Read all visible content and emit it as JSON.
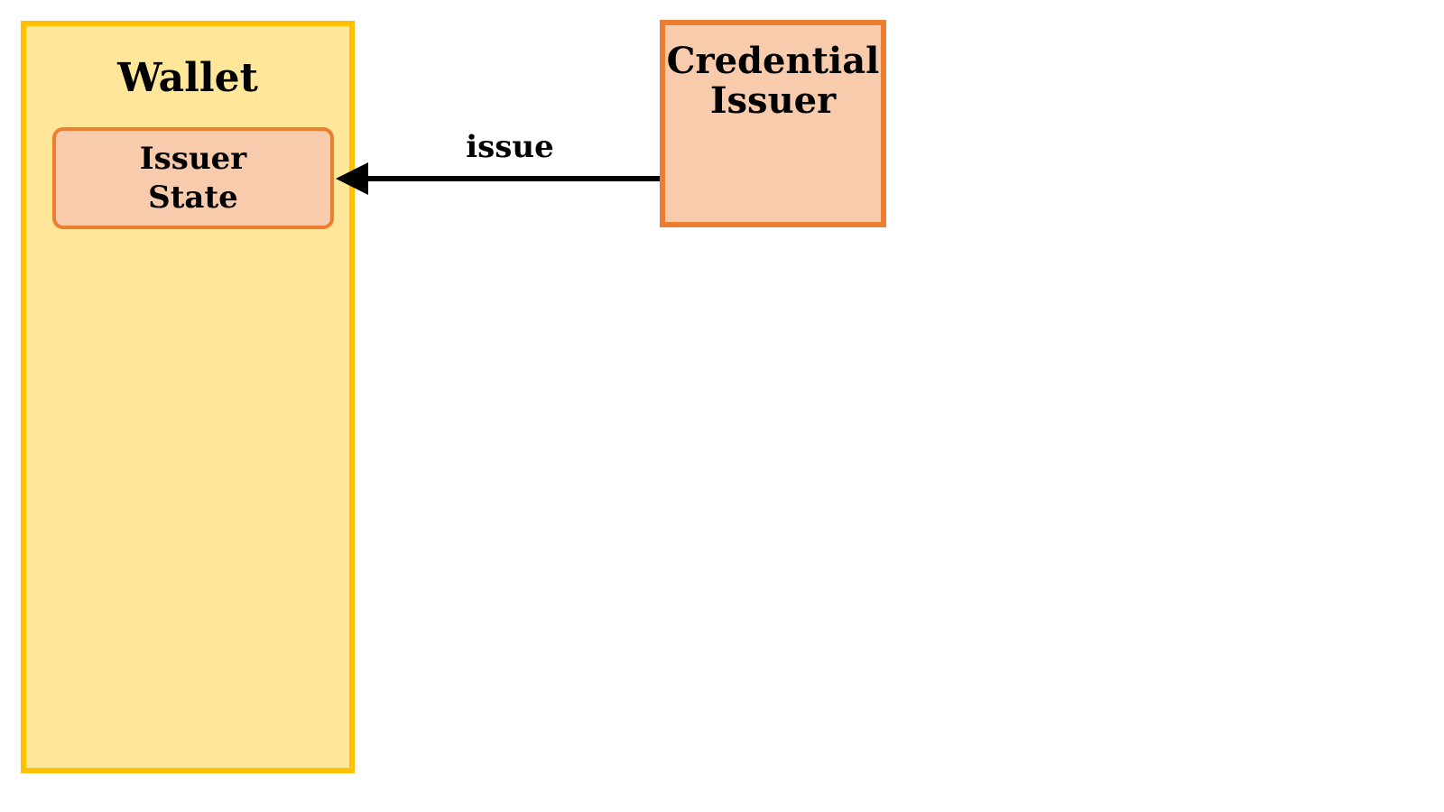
{
  "wallet": {
    "title": "Wallet",
    "issuer_state": {
      "line1": "Issuer",
      "line2": "State"
    }
  },
  "credential_issuer": {
    "line1": "Credential",
    "line2": "Issuer"
  },
  "edge": {
    "label": "issue"
  },
  "colors": {
    "wallet_border": "#ffc000",
    "wallet_fill": "#ffe699",
    "node_border": "#ed7d31",
    "node_fill": "#f8cbad",
    "arrow": "#000000"
  }
}
